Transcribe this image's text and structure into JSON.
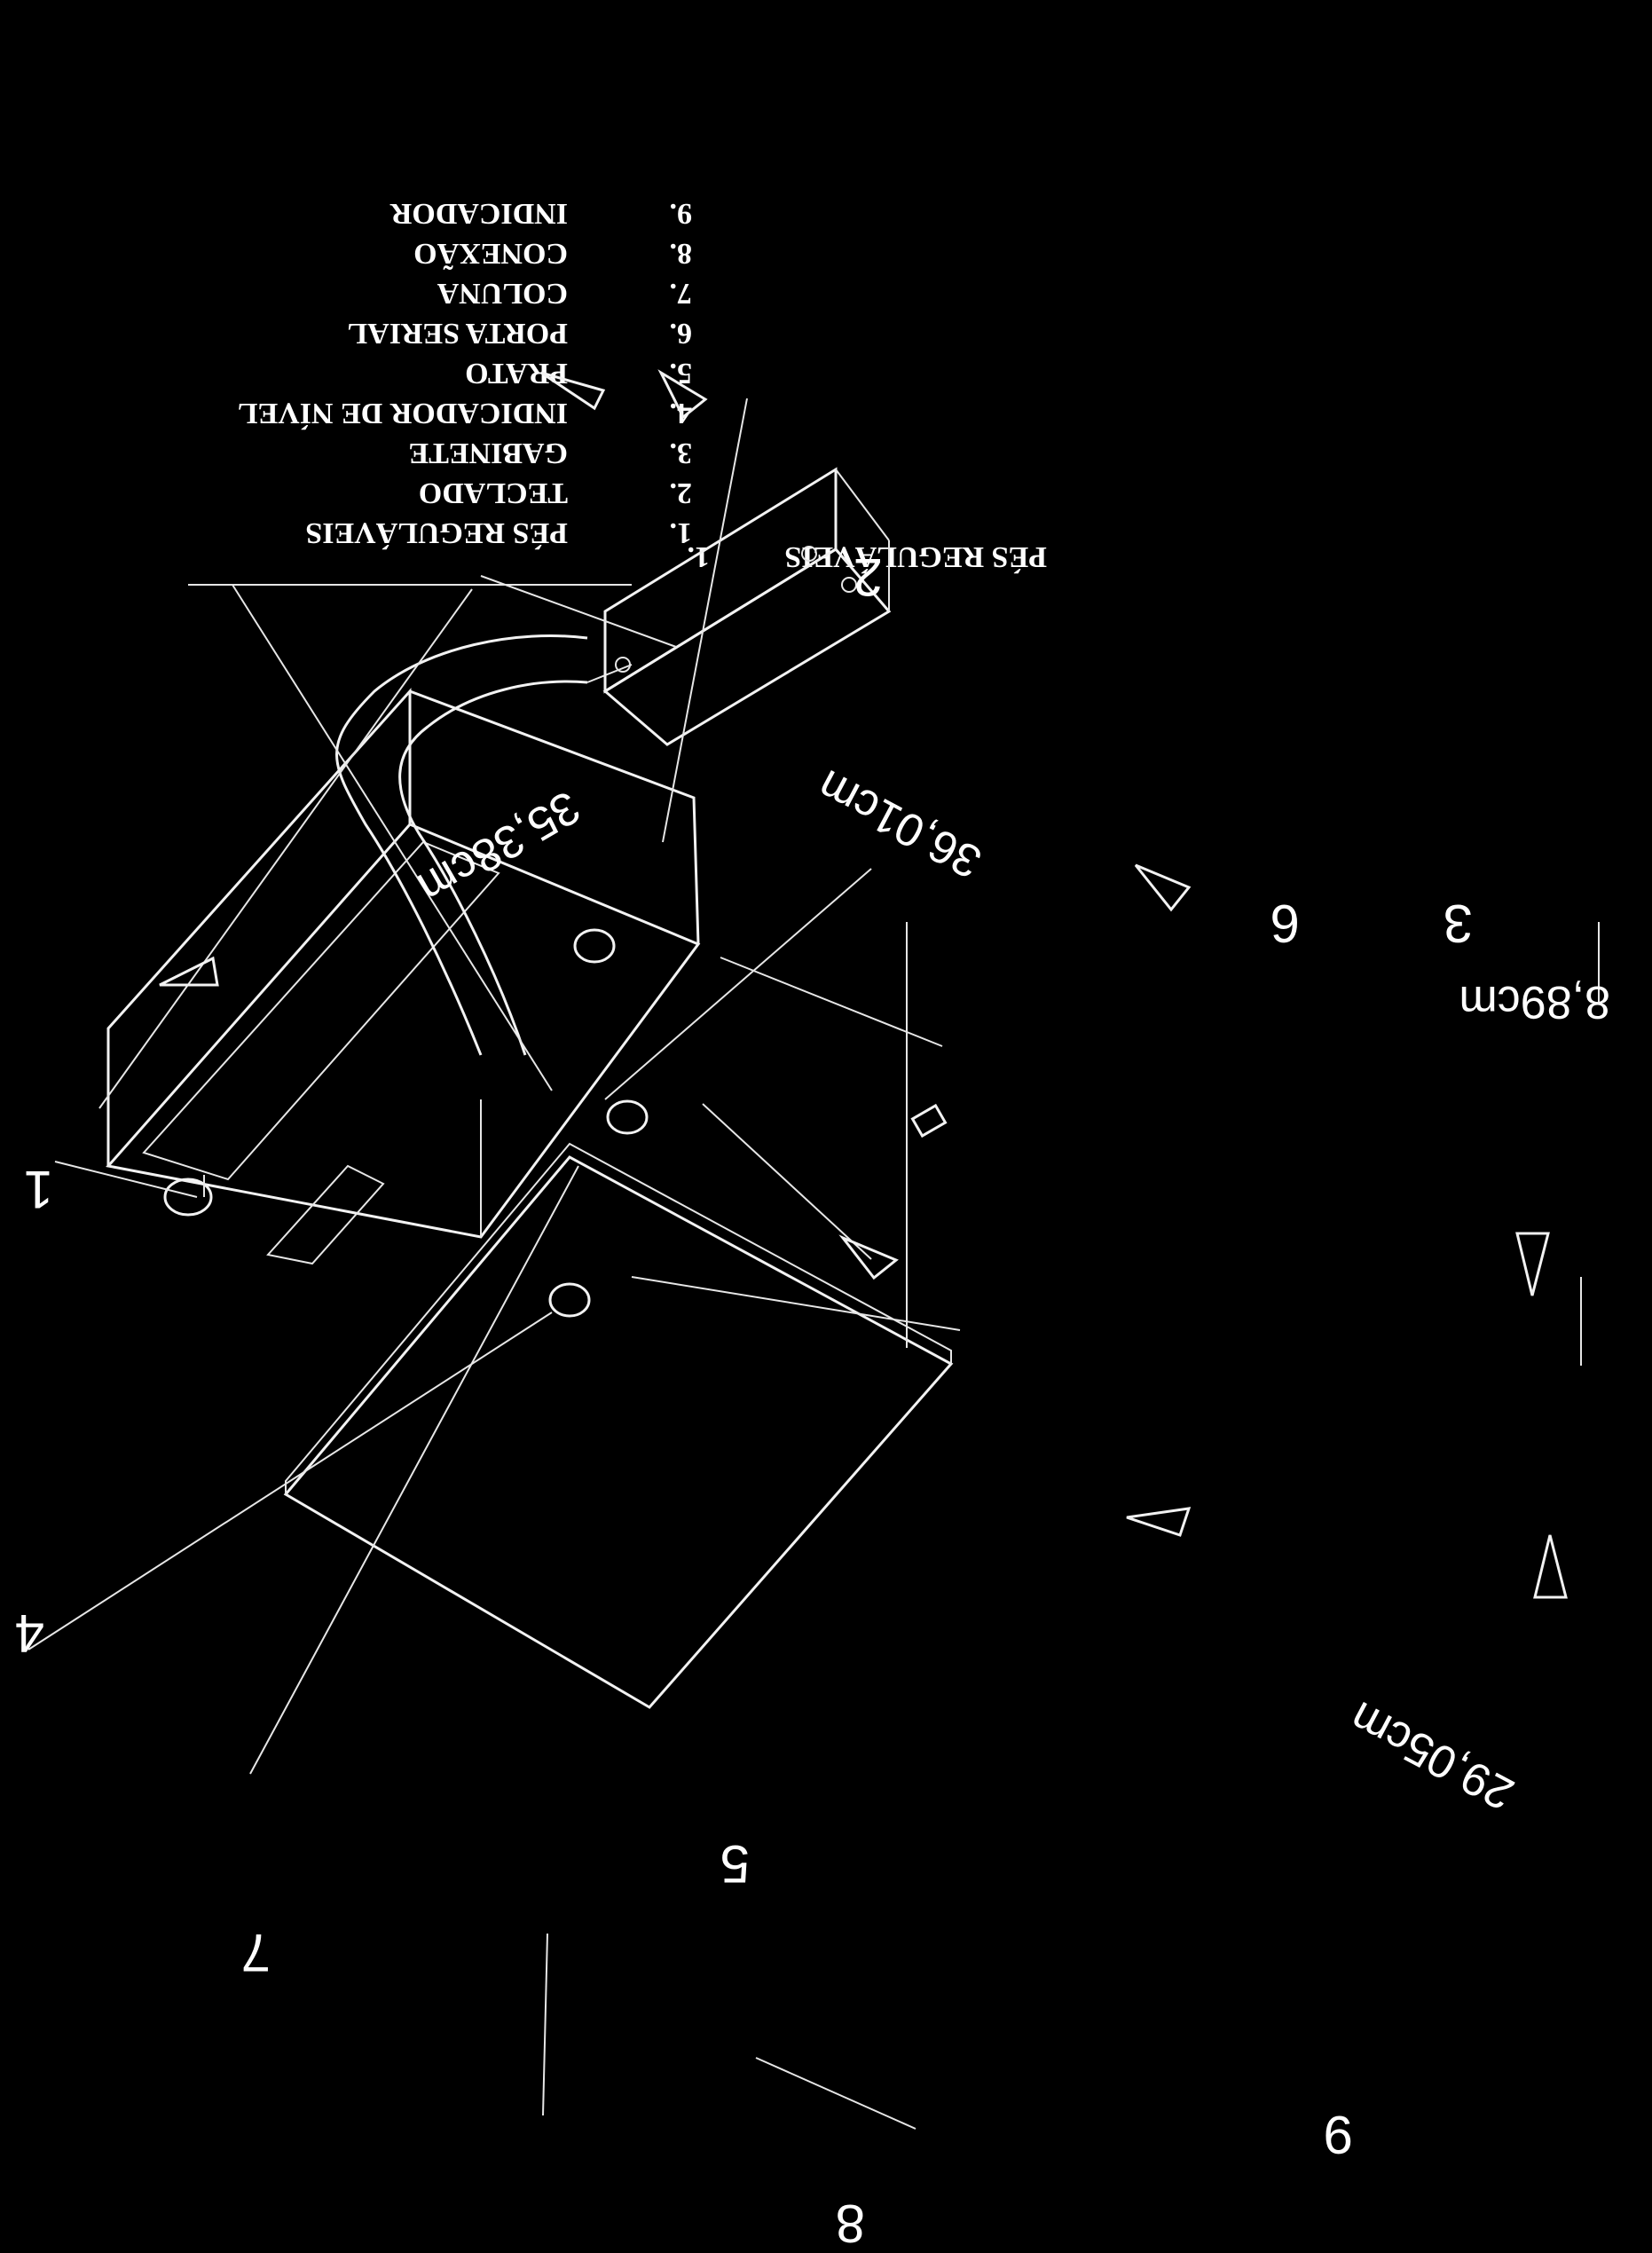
{
  "legend": {
    "items": [
      {
        "number": "1.",
        "text": "PÉS REGULÁVEIS"
      },
      {
        "number": "2.",
        "text": "TECLADO"
      },
      {
        "number": "3.",
        "text": "GABINETE"
      },
      {
        "number": "4.",
        "text": "INDICADOR DE NÍVEL"
      },
      {
        "number": "5.",
        "text": "PRATO"
      },
      {
        "number": "6.",
        "text": "PORTA SERIAL"
      },
      {
        "number": "7.",
        "text": "COLUNA"
      },
      {
        "number": "8.",
        "text": "CONEXÃO"
      },
      {
        "number": "9.",
        "text": "INDICADOR"
      }
    ]
  },
  "dimensions": {
    "depth_left": "35,38cm",
    "width_right": "36,01cm",
    "height": "8,89cm",
    "platter": "29,05cm"
  },
  "callouts": {
    "c1": "1",
    "c2": "2",
    "c3": "3",
    "c4": "4",
    "c5": "5",
    "c6": "6",
    "c7": "7",
    "c8": "8",
    "c9": "9"
  },
  "colors": {
    "background": "#000000",
    "ink": "#f2f2f2"
  },
  "orientation": "rotated 180 degrees"
}
